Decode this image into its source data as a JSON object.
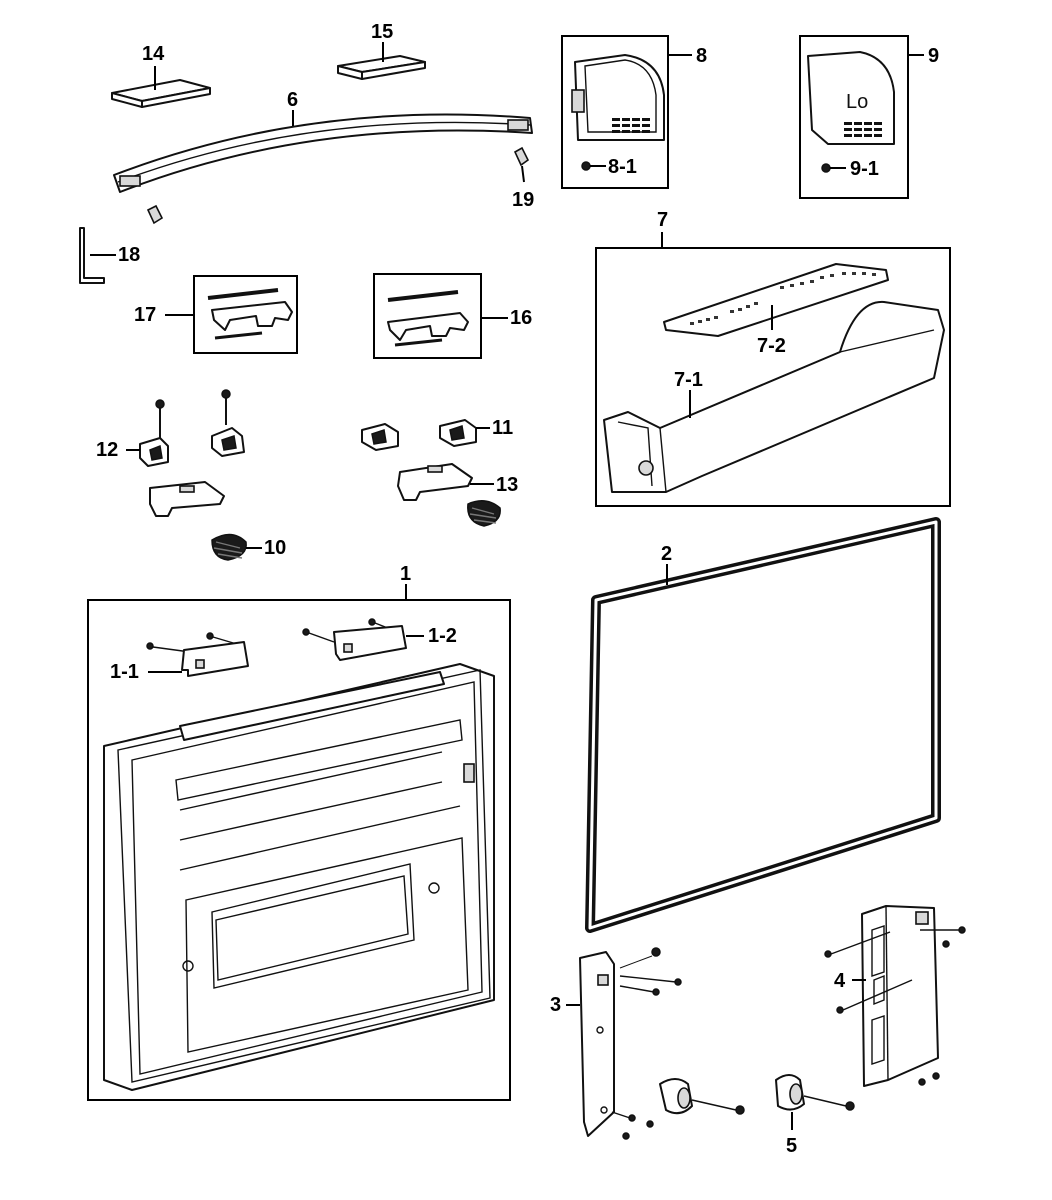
{
  "labels": {
    "p1": "1",
    "p1_1": "1-1",
    "p1_2": "1-2",
    "p2": "2",
    "p3": "3",
    "p4": "4",
    "p5": "5",
    "p6": "6",
    "p7": "7",
    "p7_1": "7-1",
    "p7_2": "7-2",
    "p8": "8",
    "p8_1": "8-1",
    "p9": "9",
    "p9_1": "9-1",
    "p10": "10",
    "p11": "11",
    "p12": "12",
    "p13": "13",
    "p14": "14",
    "p15": "15",
    "p16": "16",
    "p17": "17",
    "p18": "18",
    "p19": "19"
  },
  "cover_marking": "Lo"
}
